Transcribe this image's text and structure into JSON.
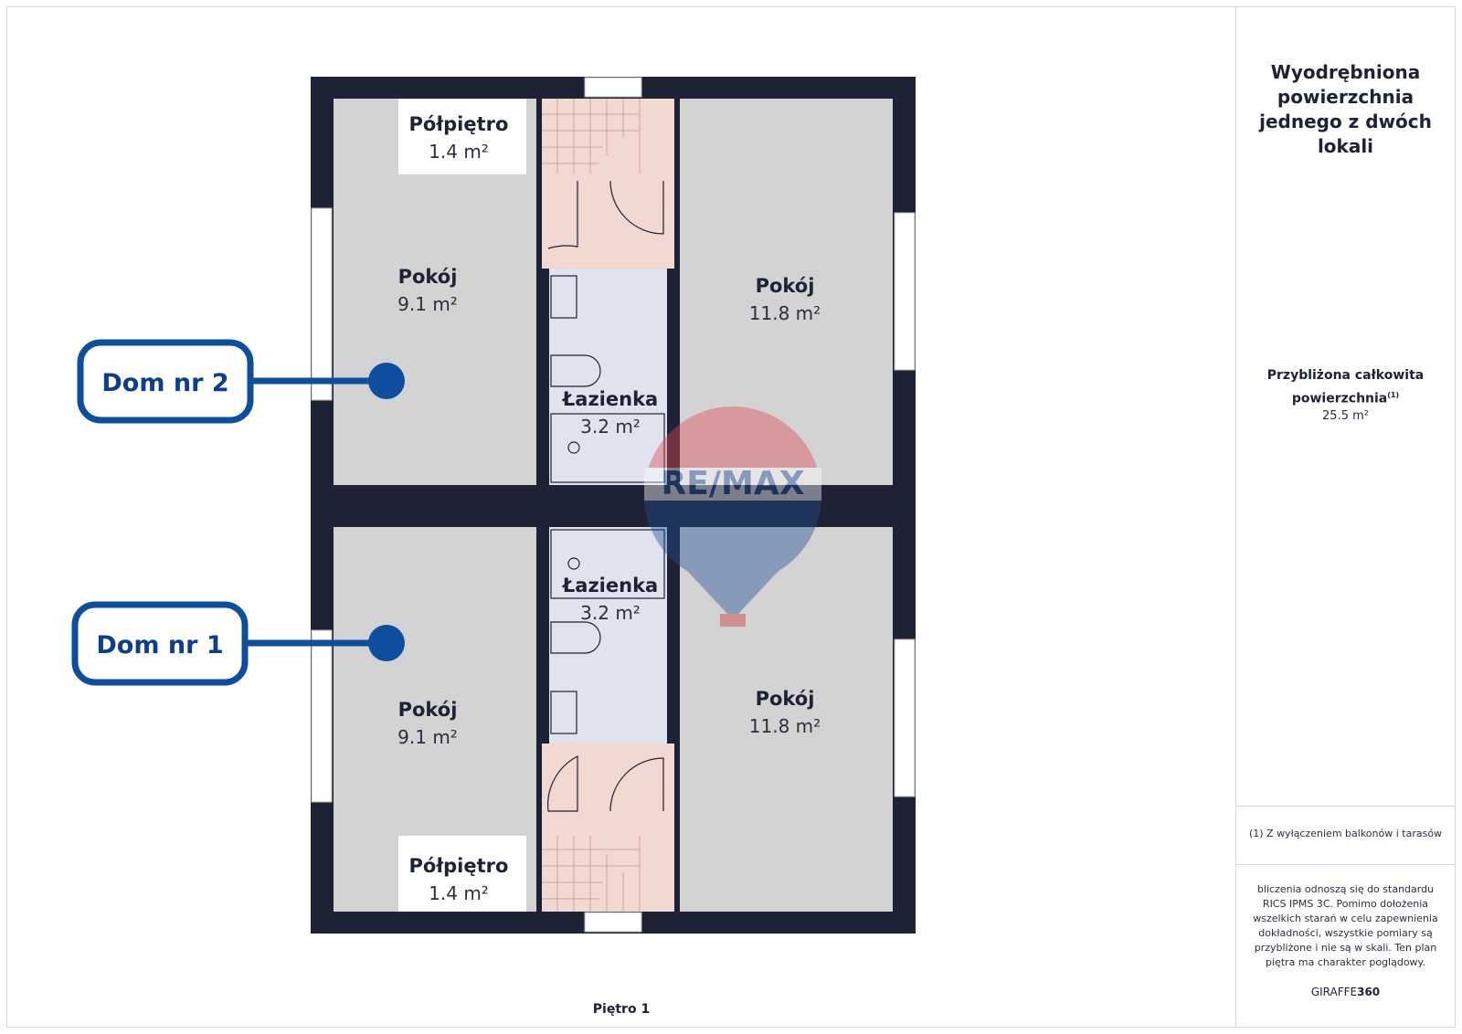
{
  "plan": {
    "rooms": [
      {
        "name": "Półpiętro",
        "area": "1.4 m²"
      },
      {
        "name": "Pokój",
        "area": "9.1 m²"
      },
      {
        "name": "Pokój",
        "area": "11.8 m²"
      },
      {
        "name": "Łazienka",
        "area": "3.2 m²"
      },
      {
        "name": "Łazienka",
        "area": "3.2 m²"
      },
      {
        "name": "Pokój",
        "area": "9.1 m²"
      },
      {
        "name": "Pokój",
        "area": "11.8 m²"
      },
      {
        "name": "Półpiętro",
        "area": "1.4 m²"
      }
    ],
    "callouts": [
      "Dom nr 2",
      "Dom nr 1"
    ],
    "watermark": "RE/MAX",
    "floor_label": "Piętro 1"
  },
  "panel": {
    "title": "Wyodrębniona powierzchnia jednego z dwóch lokali",
    "total_label": "Przybliżona całkowita powierzchnia",
    "total_footnote": "(1)",
    "total_value": "25.5 m²",
    "note": "(1) Z wyłączeniem balkonów i tarasów",
    "disclaimer": "bliczenia odnoszą się do standardu RICS IPMS 3C. Pomimo dołożenia wszelkich starań w celu zapewnienia dokładności, wszystkie pomiary są przybliżone i nie są w skali. Ten plan piętra ma charakter poglądowy.",
    "brand_text": "GIRAFFE",
    "brand_number": "360"
  },
  "colors": {
    "wall": "#1e2235",
    "room_floor": "#d3d3d3",
    "bathroom_floor": "#dfe3ee",
    "stairs_floor": "#f1d8d0",
    "callout": "#0d4e9e"
  }
}
